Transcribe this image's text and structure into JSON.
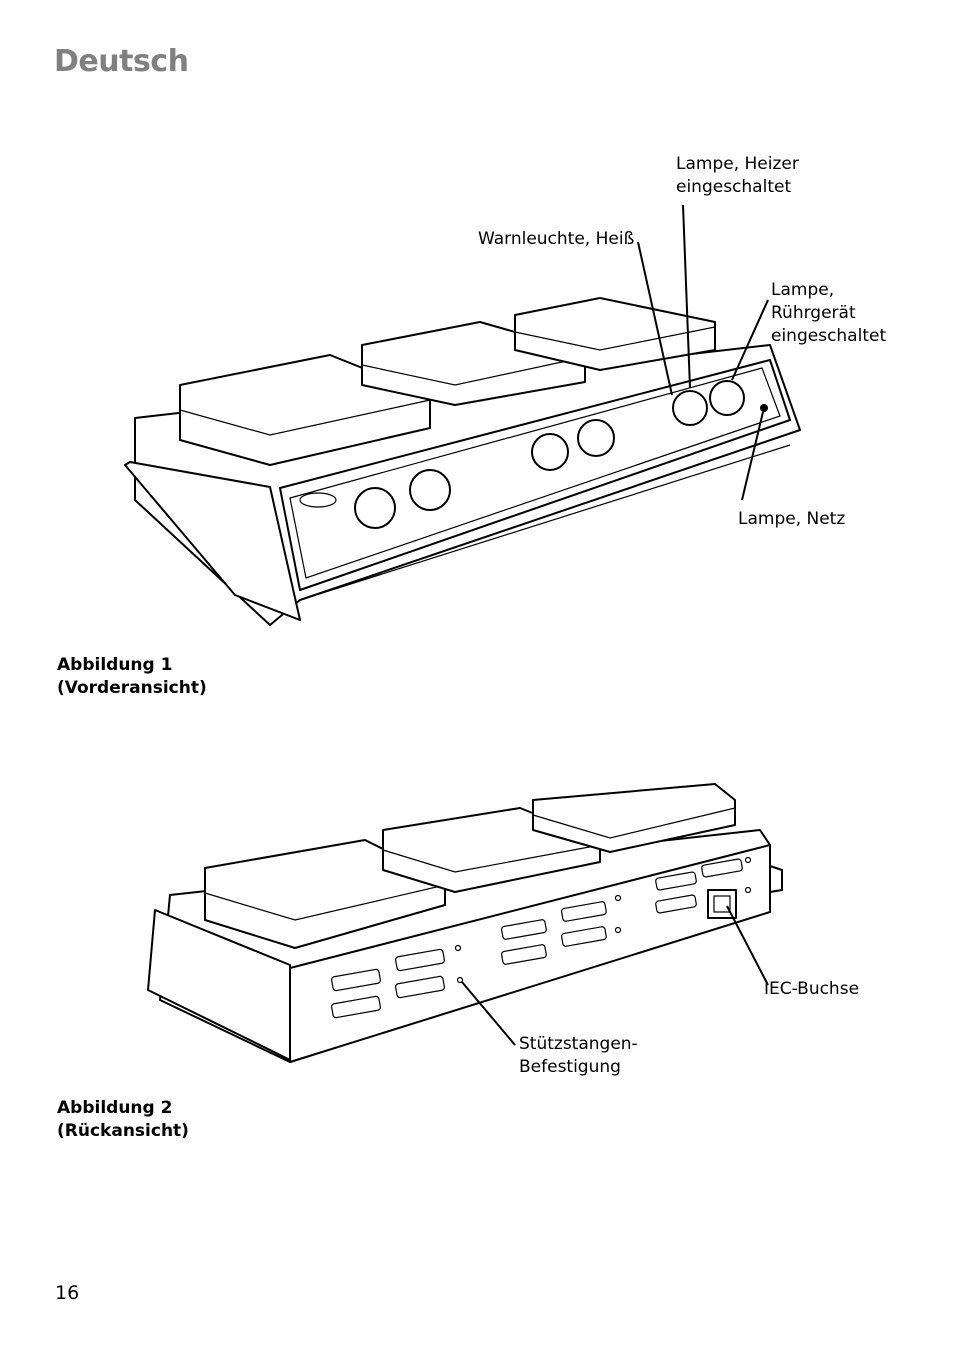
{
  "header": {
    "language": "Deutsch"
  },
  "figure1": {
    "caption": "Abbildung 1\n(Vorderansicht)",
    "callouts": {
      "heater_lamp": "Lampe, Heizer\neingeschaltet",
      "hot_warning": "Warnleuchte, Heiß",
      "stirrer_lamp": "Lampe,\nRührgerät\neingeschaltet",
      "mains_lamp": "Lampe, Netz"
    }
  },
  "figure2": {
    "caption": "Abbildung 2\n(Rückansicht)",
    "callouts": {
      "iec_socket": "IEC-Buchse",
      "rod_mount": "Stützstangen-\nBefestigung"
    }
  },
  "footer": {
    "page_number": "16"
  }
}
